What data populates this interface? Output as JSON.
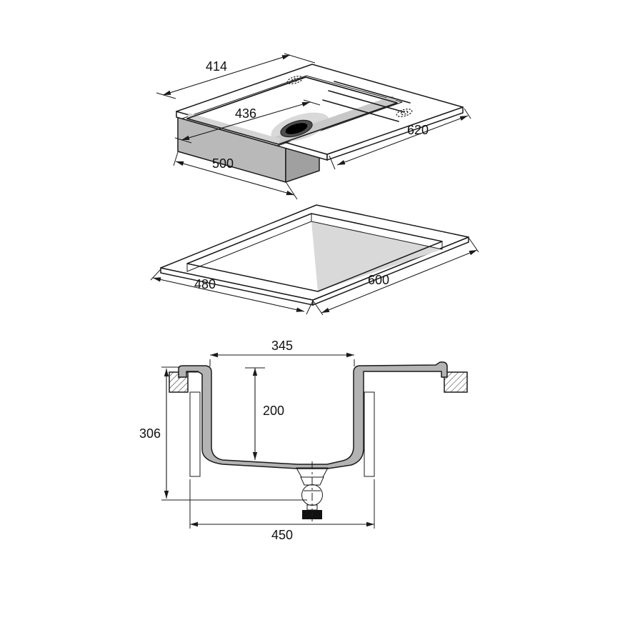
{
  "drawing": {
    "type": "sink-technical-drawing",
    "views": {
      "top_isometric": {
        "dimensions": {
          "rim_width": "414",
          "bowl_width": "436",
          "body_width": "500",
          "overall_length": "620"
        }
      },
      "cutout": {
        "dimensions": {
          "width": "480",
          "length": "600"
        }
      },
      "cross_section": {
        "dimensions": {
          "bowl_top_width": "345",
          "bowl_depth": "200",
          "overall_height": "306",
          "base_width": "450"
        }
      }
    },
    "colors": {
      "line": "#1a1a1a",
      "sink_body": "#b3b3b3",
      "body_shade": "#a0a0a0",
      "shadow": "#d9d9d9",
      "white": "#ffffff"
    }
  }
}
